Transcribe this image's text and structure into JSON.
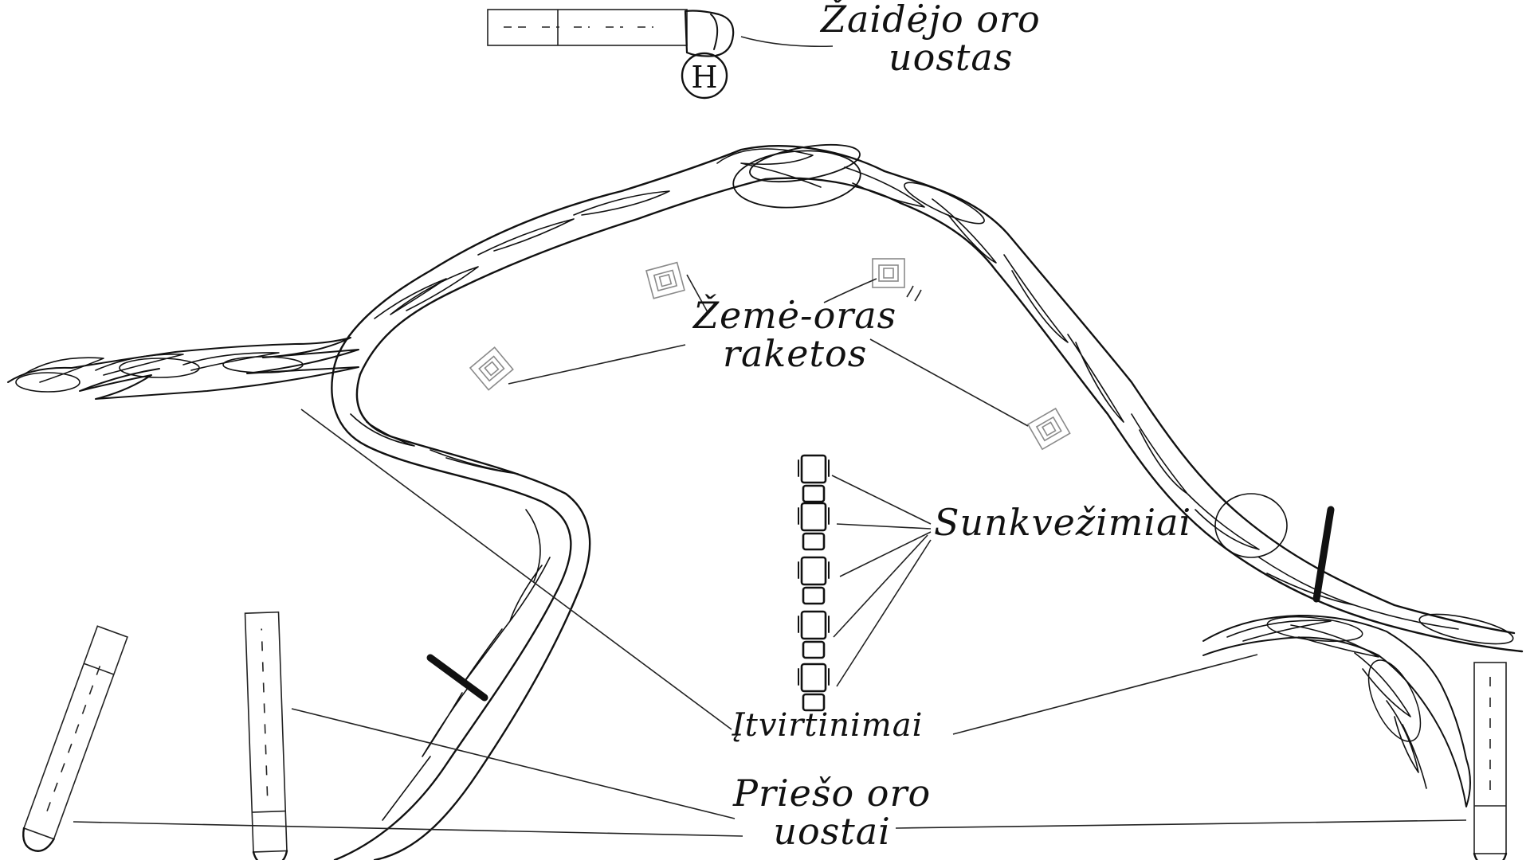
{
  "labels": {
    "zaidejo_oro_uostas": [
      "Žaidėjo oro",
      "uostas"
    ],
    "zeme_oras_raketos": [
      "Žemė-oras",
      "raketos"
    ],
    "sunkvezimiai": "Sunkvežimiai",
    "itvirtinimai": "Įtvirtinimai",
    "priesu_oro_uostai": [
      "Priešo oro",
      "uostai"
    ]
  },
  "helipad_symbol": "H",
  "colors": {
    "ink": "#111111",
    "background": "#ffffff",
    "sam_site": "#8a8a8a"
  }
}
